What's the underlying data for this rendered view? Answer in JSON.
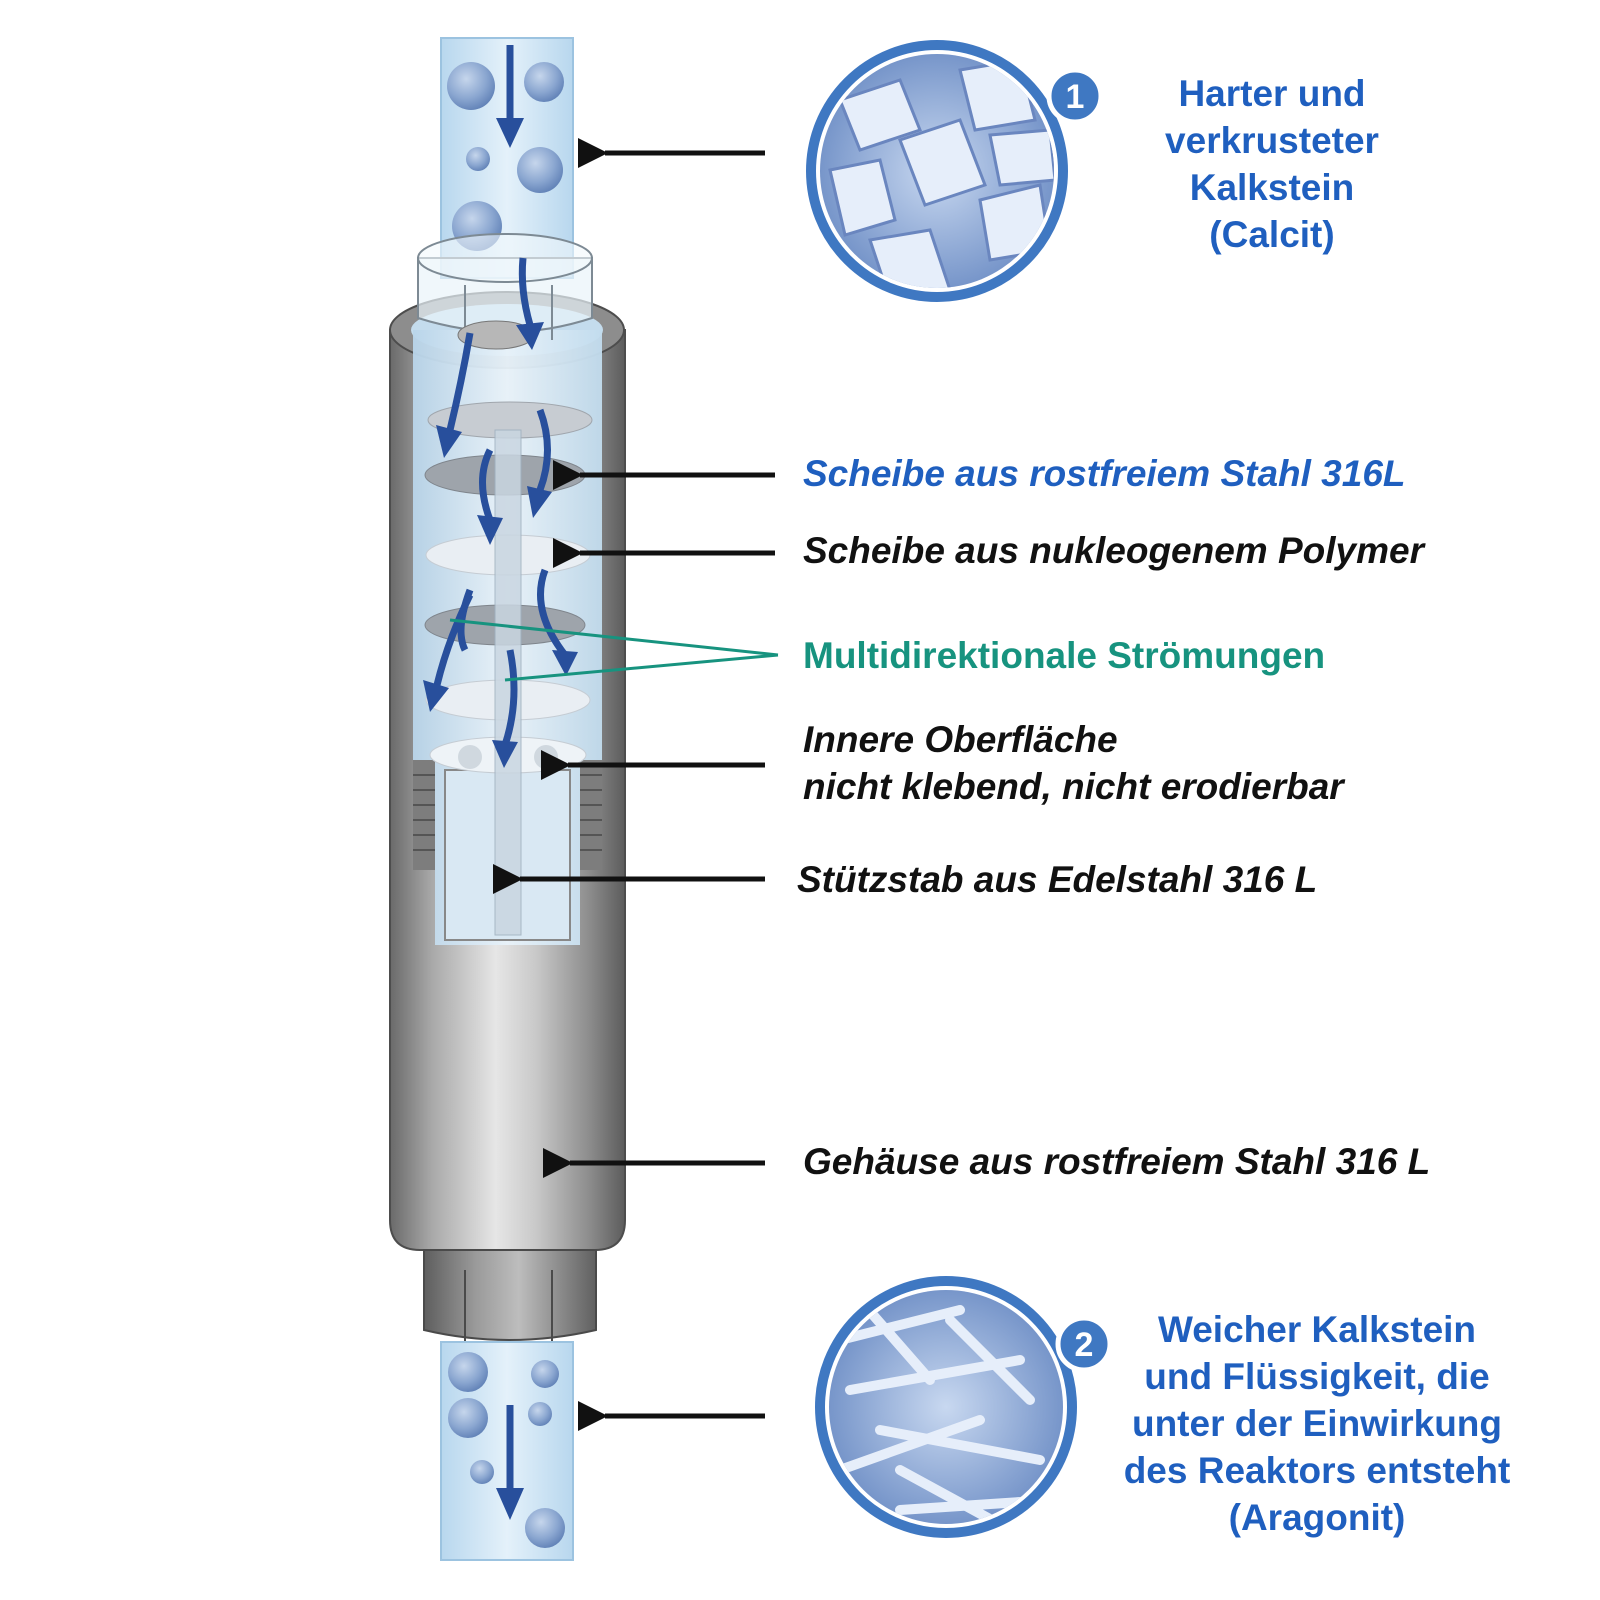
{
  "colors": {
    "blue_label": "#1f5fbf",
    "teal_label": "#17937f",
    "dark_label": "#111111",
    "arrow_blue": "#284f9c",
    "steel_dark": "#5a5a5a",
    "steel_light": "#d6d6d6",
    "water": "#cfe4f3"
  },
  "calcit": {
    "number": "1",
    "lines": [
      "Harter und",
      "verkrusteter",
      "Kalkstein",
      "(Calcit)"
    ]
  },
  "aragonit": {
    "number": "2",
    "lines": [
      "Weicher Kalkstein",
      "und Flüssigkeit, die",
      "unter der Einwirkung",
      "des Reaktors entsteht",
      "(Aragonit)"
    ]
  },
  "labels": {
    "steel_disc": "Scheibe aus rostfreiem Stahl 316L",
    "polymer_disc": "Scheibe aus nukleogenem Polymer",
    "flows": "Multidirektionale Strömungen",
    "inner_surface": [
      "Innere Oberfläche",
      "nicht klebend, nicht erodierbar"
    ],
    "support_rod": "Stützstab aus Edelstahl 316 L",
    "housing": "Gehäuse aus rostfreiem Stahl 316 L"
  },
  "icons": [
    "flow-arrow-icon",
    "crystal-circle-icon",
    "number-badge-icon"
  ]
}
